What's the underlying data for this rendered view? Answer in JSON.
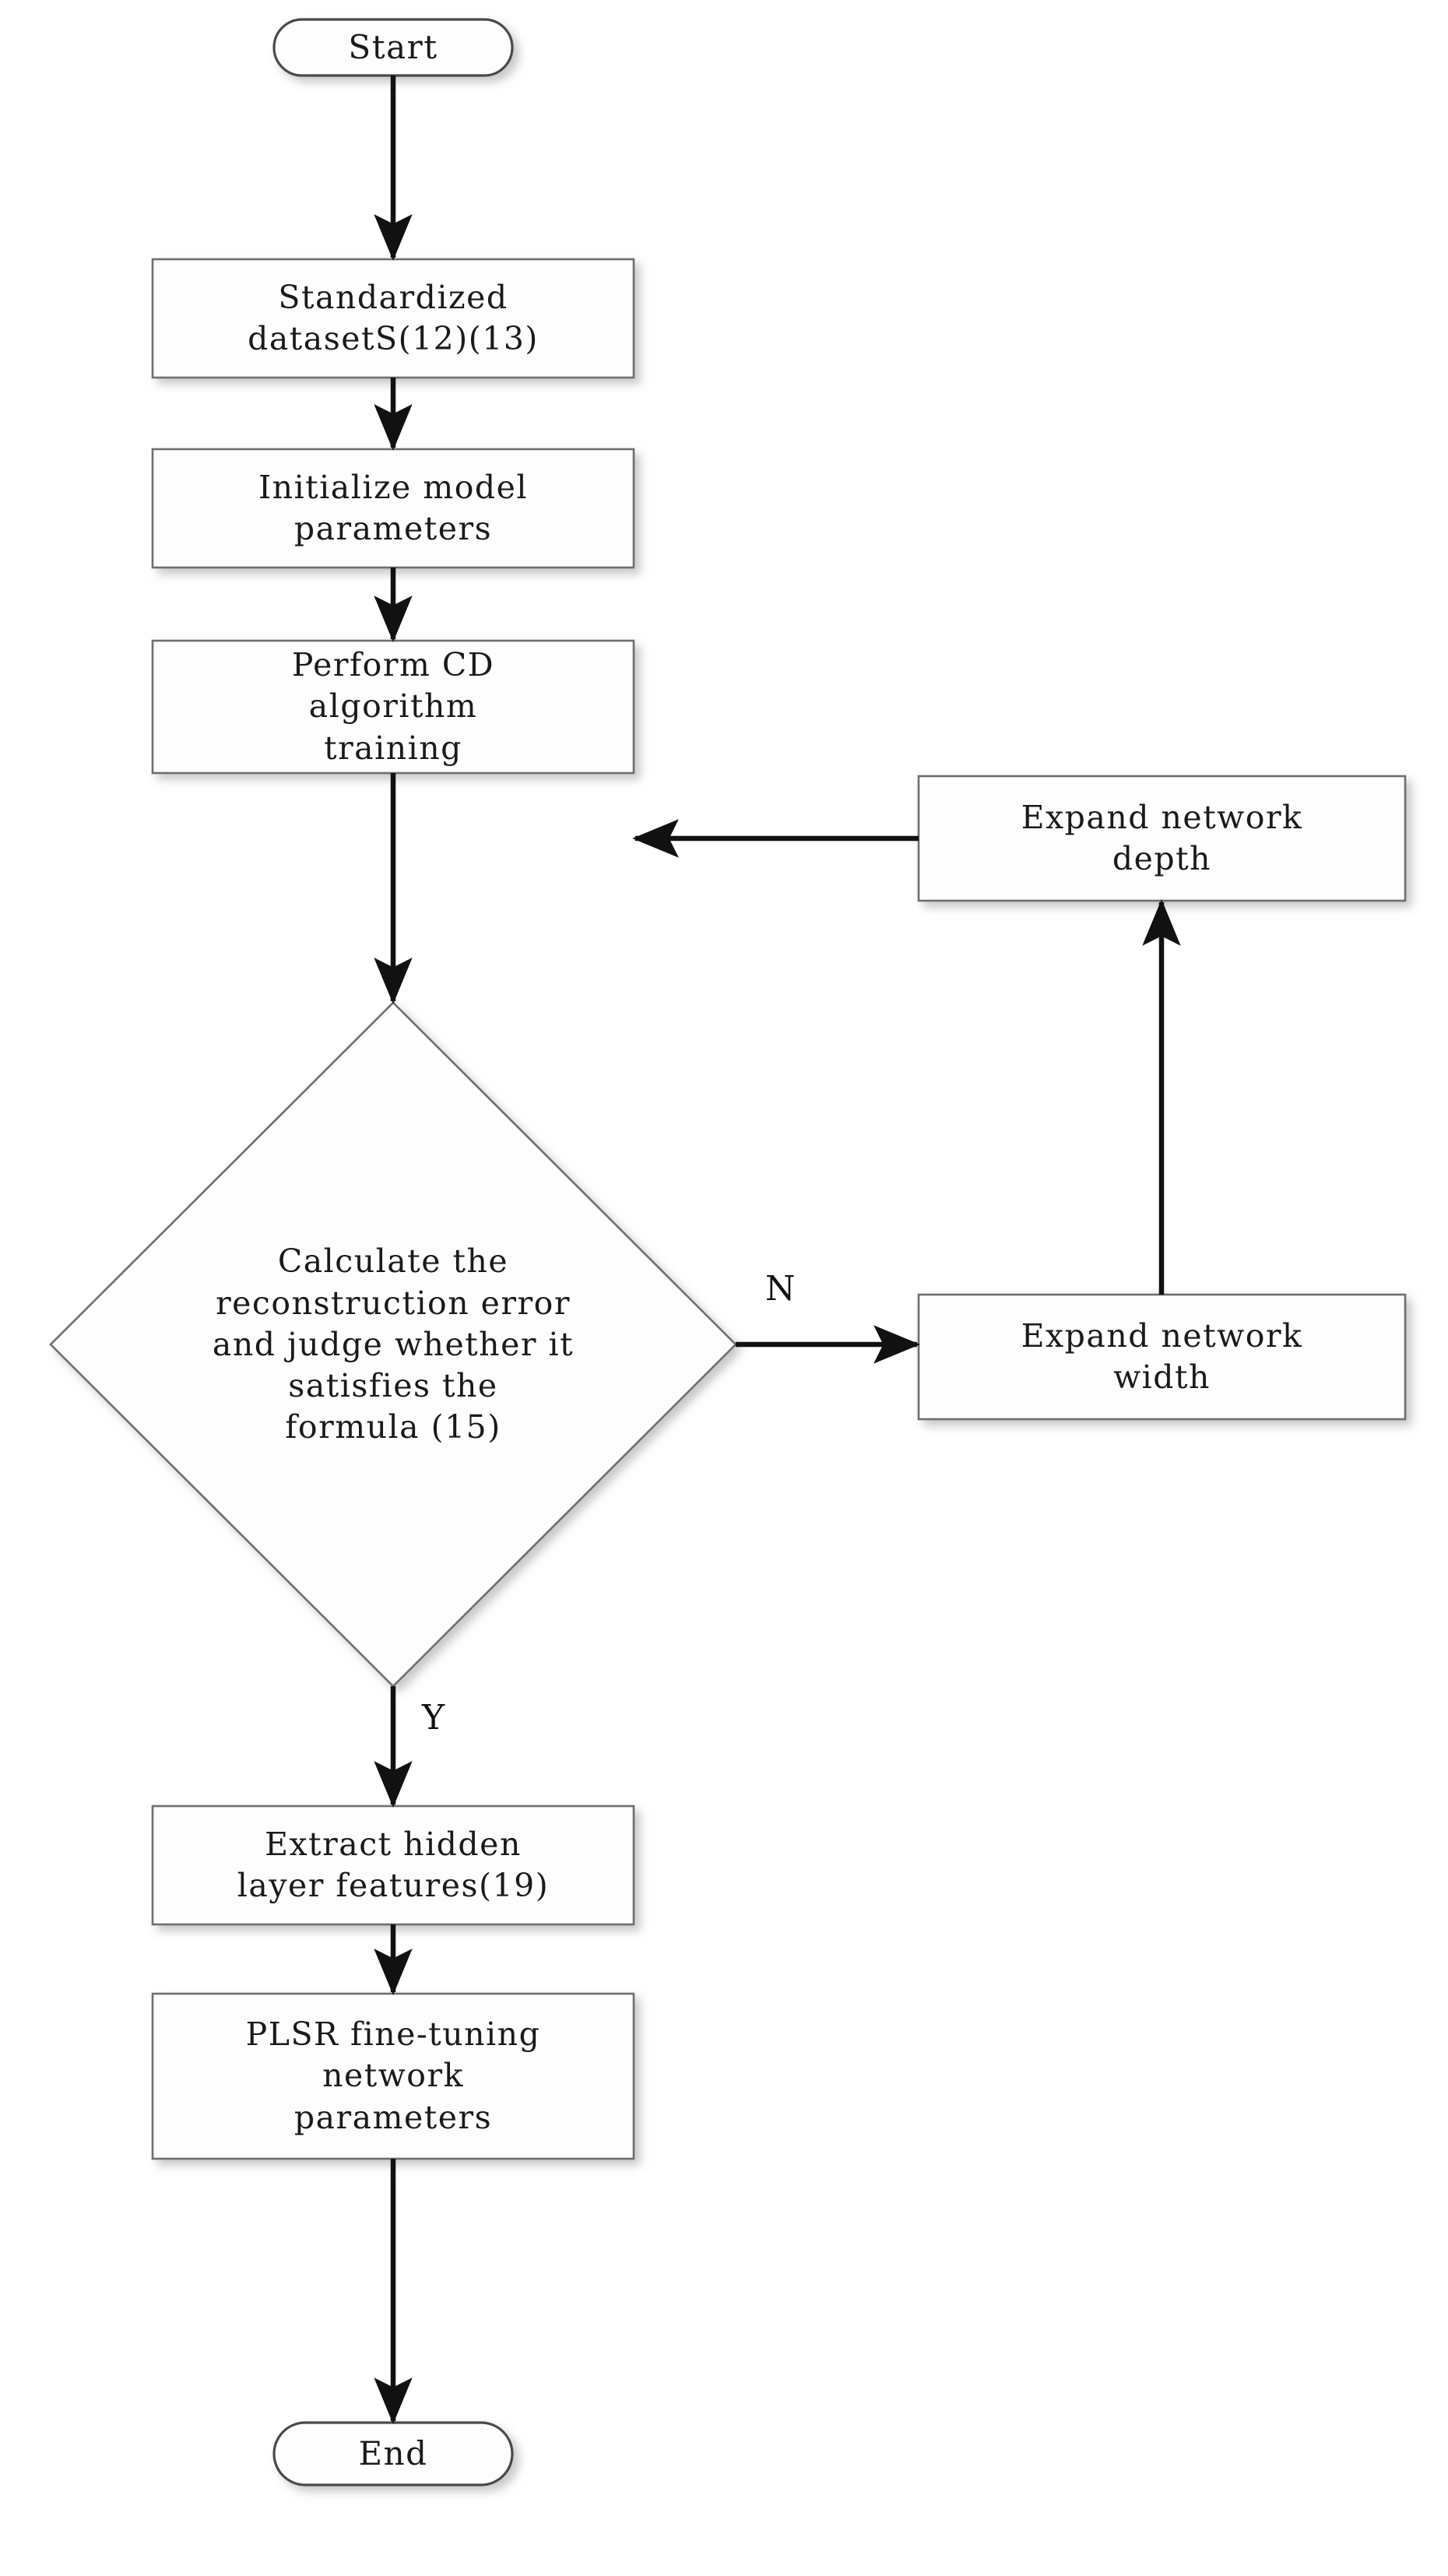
{
  "diagram": {
    "type": "flowchart",
    "title": "",
    "orientation": "top-to-bottom",
    "background_color": "#ffffff",
    "line_color": "#111111",
    "node_border_color": "#555555",
    "node_fill_color": "#ffffff",
    "text_color": "#1a1a1a"
  },
  "nodes": {
    "start": {
      "shape": "rounded-terminator",
      "label": "Start",
      "lines": [
        "Start"
      ]
    },
    "standardize": {
      "shape": "process-rectangle",
      "label": "Standardized datasetS(12)(13)",
      "lines": [
        "Standardized",
        "datasetS(12)(13)"
      ]
    },
    "init_params": {
      "shape": "process-rectangle",
      "label": "Initialize model parameters",
      "lines": [
        "Initialize model",
        "parameters"
      ]
    },
    "cd_training": {
      "shape": "process-rectangle",
      "label": "Perform CD algorithm training",
      "lines": [
        "Perform CD",
        "algorithm",
        "training"
      ]
    },
    "decision": {
      "shape": "decision-diamond",
      "label": "Calculate the reconstruction error and judge whether it satisfies the formula (15)",
      "lines": [
        "Calculate the",
        "reconstruction error",
        "and judge whether it",
        "satisfies the",
        "formula (15)"
      ]
    },
    "expand_depth": {
      "shape": "process-rectangle",
      "label": "Expand network depth",
      "lines": [
        "Expand network",
        "depth"
      ]
    },
    "expand_width": {
      "shape": "process-rectangle",
      "label": "Expand network width",
      "lines": [
        "Expand network",
        "width"
      ]
    },
    "extract_features": {
      "shape": "process-rectangle",
      "label": "Extract hidden layer features(19)",
      "lines": [
        "Extract hidden",
        "layer features(19)"
      ]
    },
    "plsr_finetune": {
      "shape": "process-rectangle",
      "label": "PLSR fine-tuning network parameters",
      "lines": [
        "PLSR fine-tuning",
        "network",
        "parameters"
      ]
    },
    "end": {
      "shape": "rounded-terminator",
      "label": "End",
      "lines": [
        "End"
      ]
    }
  },
  "edge_labels": {
    "no_branch": "N",
    "yes_branch": "Y"
  },
  "edges": [
    {
      "from": "start",
      "to": "standardize",
      "label": "",
      "direction": "down"
    },
    {
      "from": "standardize",
      "to": "init_params",
      "label": "",
      "direction": "down"
    },
    {
      "from": "init_params",
      "to": "cd_training",
      "label": "",
      "direction": "down"
    },
    {
      "from": "cd_training",
      "to": "decision",
      "label": "",
      "direction": "down"
    },
    {
      "from": "decision",
      "to": "expand_width",
      "label": "N",
      "direction": "right"
    },
    {
      "from": "expand_width",
      "to": "expand_depth",
      "label": "",
      "direction": "up"
    },
    {
      "from": "expand_depth",
      "to": "cd_training",
      "label": "",
      "direction": "left"
    },
    {
      "from": "decision",
      "to": "extract_features",
      "label": "Y",
      "direction": "down"
    },
    {
      "from": "extract_features",
      "to": "plsr_finetune",
      "label": "",
      "direction": "down"
    },
    {
      "from": "plsr_finetune",
      "to": "end",
      "label": "",
      "direction": "down"
    }
  ]
}
